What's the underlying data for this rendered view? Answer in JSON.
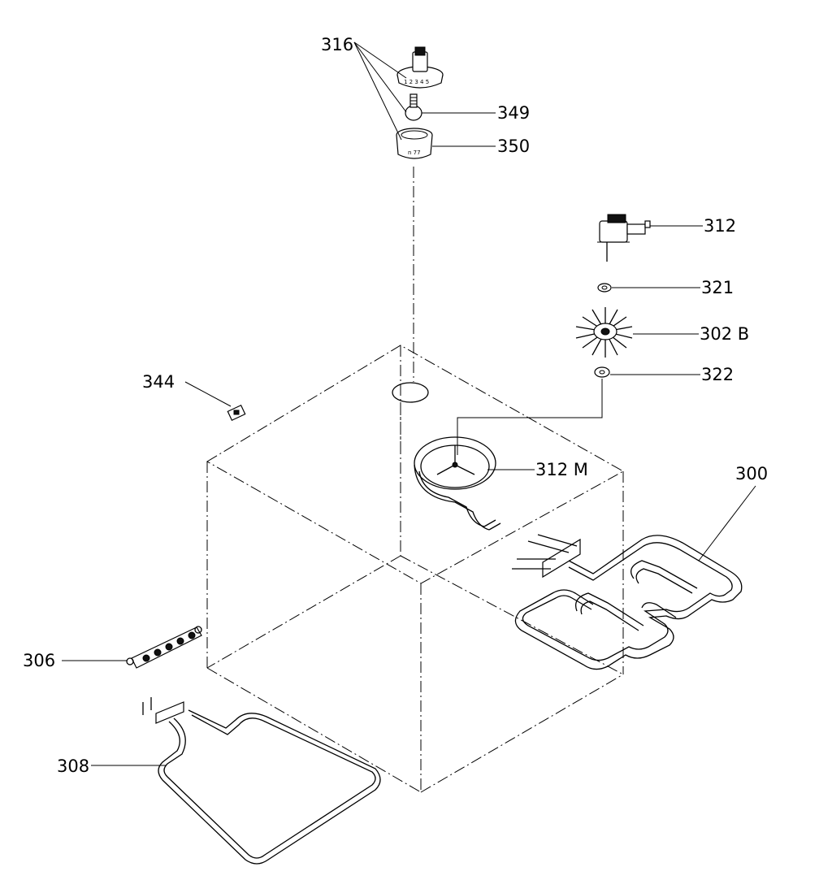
{
  "callouts": {
    "c316": "316",
    "c349": "349",
    "c350": "350",
    "c312": "312",
    "c321": "321",
    "c302b": "302 B",
    "c322": "322",
    "c344": "344",
    "c312m": "312 M",
    "c300": "300",
    "c306": "306",
    "c308": "308"
  }
}
